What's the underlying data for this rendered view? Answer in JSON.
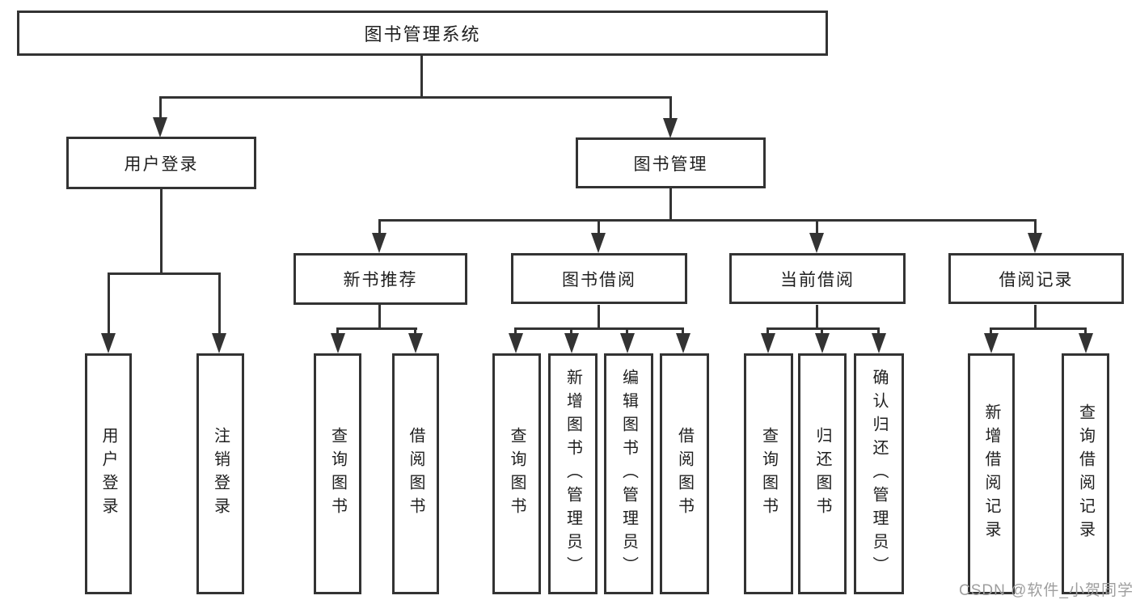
{
  "tree": {
    "root": "图书管理系统",
    "children": [
      {
        "label": "用户登录",
        "children": [
          "用户登录",
          "注销登录"
        ]
      },
      {
        "label": "图书管理",
        "children": [
          {
            "label": "新书推荐",
            "children": [
              "查询图书",
              "借阅图书"
            ]
          },
          {
            "label": "图书借阅",
            "children": [
              "查询图书",
              "新增图书（管理员）",
              "编辑图书（管理员）",
              "借阅图书"
            ]
          },
          {
            "label": "当前借阅",
            "children": [
              "查询图书",
              "归还图书",
              "确认归还（管理员）"
            ]
          },
          {
            "label": "借阅记录",
            "children": [
              "新增借阅记录",
              "查询借阅记录"
            ]
          }
        ]
      }
    ]
  },
  "watermark": {
    "text": "CSDN @软件_小贺同学"
  },
  "colors": {
    "line": "#333333",
    "text": "#1f1f1f",
    "watermark": "#9e9e9e",
    "background": "#ffffff"
  }
}
